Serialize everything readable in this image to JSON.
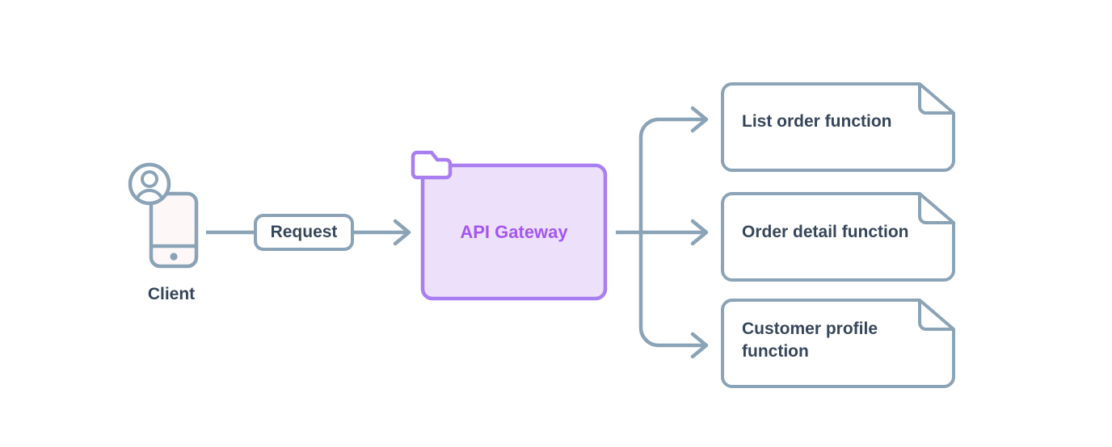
{
  "diagram": {
    "title": "API Gateway request routing diagram",
    "type": "architecture-flow",
    "colors": {
      "stroke_slate": "#8ba3b7",
      "text_dark": "#36465a",
      "gateway_stroke": "#a97ef0",
      "gateway_fill": "#ece0fb",
      "gateway_text": "#a456f0",
      "device_fill": "#fdf8f7",
      "background": "#ffffff"
    },
    "client": {
      "label": "Client",
      "icon": "user-device-icon"
    },
    "edges": {
      "request_label": "Request"
    },
    "gateway": {
      "label": "API Gateway",
      "icon": "folder-icon"
    },
    "functions": [
      {
        "label": "List order function",
        "icon": "document-icon"
      },
      {
        "label": "Order detail function",
        "icon": "document-icon"
      },
      {
        "label": "Customer profile\nfunction",
        "icon": "document-icon"
      }
    ]
  }
}
